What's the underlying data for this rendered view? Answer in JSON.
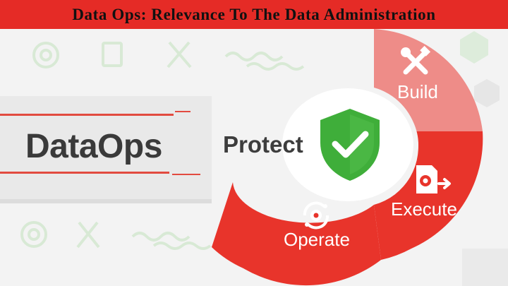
{
  "header": {
    "title": "Data Ops: Relevance To The Data Administration"
  },
  "left_panel": {
    "title": "DataOps"
  },
  "center": {
    "label": "Protect",
    "icon": "shield-check-icon"
  },
  "segments": [
    {
      "label": "Build",
      "icon": "tools-icon",
      "color": "#ee8c88"
    },
    {
      "label": "Execute",
      "icon": "gear-document-icon",
      "color": "#e8342b"
    },
    {
      "label": "Operate",
      "icon": "gear-cycle-icon",
      "color": "#e8342b"
    }
  ],
  "colors": {
    "header": "#e52b26",
    "accent": "#e24b40",
    "shield": "#3fae3a",
    "background": "#f3f3f3"
  }
}
